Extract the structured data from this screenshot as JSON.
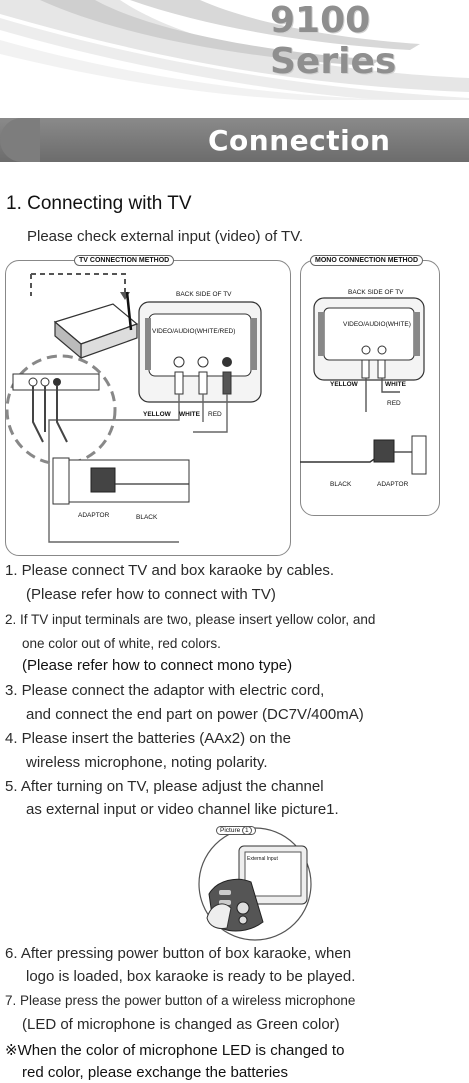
{
  "header": {
    "series_title": "9100 Series",
    "section_title": "Connection method"
  },
  "section1": {
    "heading": "1. Connecting with TV",
    "intro": "Please check external input (video) of TV."
  },
  "diagram_tv": {
    "box_label": "TV CONNECTION METHOD",
    "back_side": "BACK SIDE OF TV",
    "tv_jacks": "VIDEO/AUDIO(WHITE/RED)",
    "yellow": "YELLOW",
    "white": "WHITE",
    "red": "RED",
    "adaptor": "ADAPTOR",
    "black": "BLACK"
  },
  "diagram_mono": {
    "box_label": "MONO CONNECTION METHOD",
    "back_side": "BACK SIDE OF TV",
    "tv_jacks": "VIDEO/AUDIO(WHITE)",
    "yellow": "YELLOW",
    "white": "WHITE",
    "red": "RED",
    "black": "BLACK",
    "adaptor": "ADAPTOR"
  },
  "steps": {
    "s1a": "1. Please connect TV and box karaoke by cables.",
    "s1b": "(Please refer how to connect with TV)",
    "s2a": "2. If TV input terminals are two, please insert yellow color, and",
    "s2b": "one color out of white, red colors.",
    "s2c": "(Please refer how to connect mono type)",
    "s3a": "3. Please connect the adaptor with electric cord,",
    "s3b": "and connect the end part on power (DC7V/400mA)",
    "s4a": "4. Please insert the batteries (AAx2) on the",
    "s4b": "wireless microphone, noting polarity.",
    "s5a": "5. After turning on TV, please adjust the channel",
    "s5b": "as external input or video channel like picture1.",
    "s6a": "6. After pressing power button of box karaoke, when",
    "s6b": "logo is loaded, box karaoke is ready to be played.",
    "s7a": "7. Please press the power button of a wireless microphone",
    "s7b": "(LED of microphone is changed as Green color)",
    "note_a": "※When the color of microphone LED is changed to",
    "note_b": "red color, please exchange the batteries"
  },
  "picture1": {
    "label": "Picture",
    "number": "1",
    "screen_text": "External Input"
  },
  "colors": {
    "section_bar": "#7a7a7a",
    "series_title": "#8f8f8f",
    "text": "#222222"
  }
}
